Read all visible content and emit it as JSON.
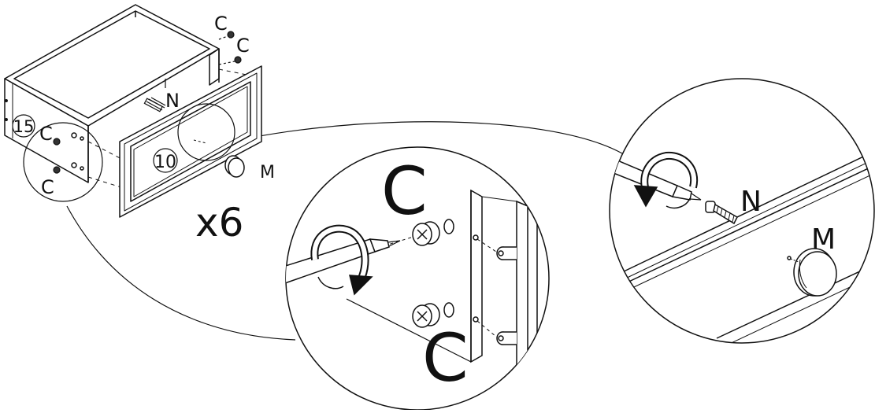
{
  "labels": {
    "part_c": "C",
    "part_n": "N",
    "part_m": "M",
    "panel_15": "15",
    "panel_10": "10",
    "quantity": "x6"
  },
  "colors": {
    "line": "#111111",
    "paper": "#ffffff",
    "shade": "#d9d9d9"
  },
  "icons": {
    "rotate": "rotate-clockwise-arrow-icon",
    "screwdriver": "screwdriver-icon"
  }
}
